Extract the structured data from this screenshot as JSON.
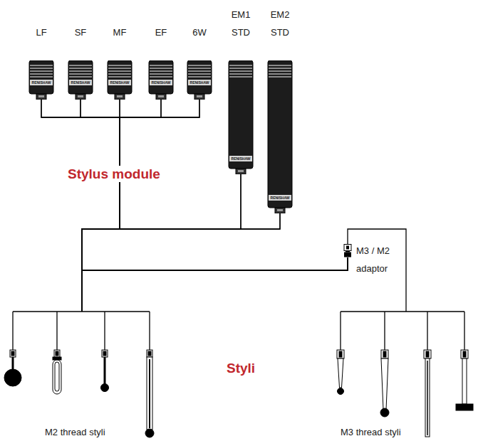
{
  "diagram": {
    "nodes": [
      {
        "text": [
          "LF"
        ]
      },
      {
        "text": [
          "SF"
        ]
      },
      {
        "text": [
          "MF"
        ]
      },
      {
        "text": [
          "EF"
        ]
      },
      {
        "text": [
          "6W"
        ]
      },
      {
        "text": [
          "EM1 STD"
        ]
      },
      {
        "text": [
          "EM2 STD"
        ]
      },
      {
        "text": [
          "M3 / M2 adaptor"
        ]
      },
      {
        "text": [
          "M2 thread styli"
        ]
      },
      {
        "text": [
          "M3 thread styli"
        ]
      }
    ],
    "edges": [
      {
        "from": 0,
        "to": 8,
        "arrow": "none"
      },
      {
        "from": 1,
        "to": 8,
        "arrow": "none"
      },
      {
        "from": 2,
        "to": 8,
        "arrow": "none"
      },
      {
        "from": 3,
        "to": 8,
        "arrow": "none"
      },
      {
        "from": 4,
        "to": 8,
        "arrow": "none"
      },
      {
        "from": 5,
        "to": 8,
        "arrow": "none"
      },
      {
        "from": 6,
        "to": 8,
        "arrow": "none"
      },
      {
        "from": 0,
        "to": 7,
        "arrow": "none"
      },
      {
        "from": 1,
        "to": 7,
        "arrow": "none"
      },
      {
        "from": 2,
        "to": 7,
        "arrow": "none"
      },
      {
        "from": 3,
        "to": 7,
        "arrow": "none"
      },
      {
        "from": 4,
        "to": 7,
        "arrow": "none"
      },
      {
        "from": 5,
        "to": 7,
        "arrow": "none"
      },
      {
        "from": 6,
        "to": 7,
        "arrow": "none"
      },
      {
        "from": 7,
        "to": 9,
        "arrow": "none"
      }
    ],
    "labels": [
      "Stylus module",
      "Styli",
      "RENISHAW",
      "RENISHAW",
      "RENISHAW",
      "RENISHAW",
      "RENISHAW",
      "RENISHAW",
      "RENISHAW"
    ]
  }
}
